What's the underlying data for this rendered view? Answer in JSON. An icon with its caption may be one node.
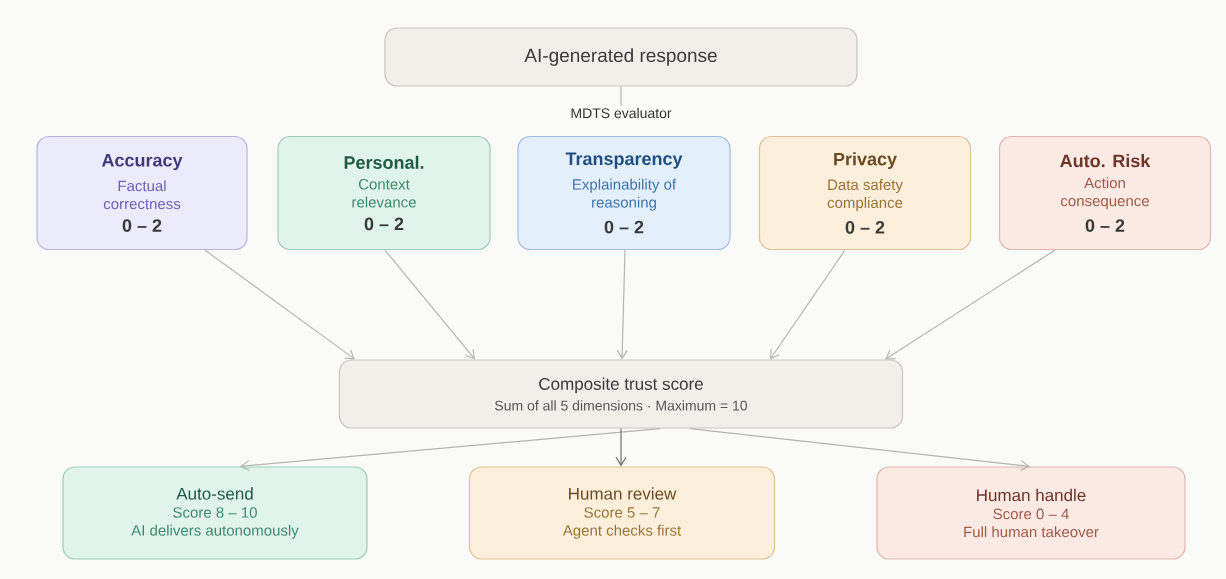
{
  "diagram": {
    "nodes": [
      {
        "text": [
          "AI-generated response"
        ]
      },
      {
        "text": [
          "MDTS evaluator"
        ]
      },
      {
        "text": [
          "Accuracy",
          "Factual correctness",
          "0 – 2"
        ]
      },
      {
        "text": [
          "Personal.",
          "Context relevance",
          "0 – 2"
        ]
      },
      {
        "text": [
          "Transparency",
          "Explainability of reasoning",
          "0 – 2"
        ]
      },
      {
        "text": [
          "Privacy",
          "Data safety compliance",
          "0 – 2"
        ]
      },
      {
        "text": [
          "Auto. Risk",
          "Action consequence",
          "0 – 2"
        ]
      },
      {
        "text": [
          "Composite trust score",
          "Sum of all 5 dimensions · Maximum = 10"
        ]
      },
      {
        "text": [
          "Auto-send",
          "Score 8 – 10",
          "AI delivers autonomously"
        ]
      },
      {
        "text": [
          "Human review",
          "Score 5 – 7",
          "Agent checks first"
        ]
      },
      {
        "text": [
          "Human handle",
          "Score 0 – 4",
          "Full human takeover"
        ]
      }
    ],
    "edges": [
      {
        "from": 0,
        "to": 1,
        "arrow": "none"
      },
      {
        "from": 2,
        "to": 7,
        "arrow": "to"
      },
      {
        "from": 3,
        "to": 7,
        "arrow": "to"
      },
      {
        "from": 4,
        "to": 7,
        "arrow": "to"
      },
      {
        "from": 5,
        "to": 7,
        "arrow": "to"
      },
      {
        "from": 6,
        "to": 7,
        "arrow": "to"
      },
      {
        "from": 7,
        "to": 8,
        "arrow": "to"
      },
      {
        "from": 7,
        "to": 9,
        "arrow": "to",
        "color": "#6e6e6e"
      },
      {
        "from": 7,
        "to": 10,
        "arrow": "to"
      }
    ]
  }
}
